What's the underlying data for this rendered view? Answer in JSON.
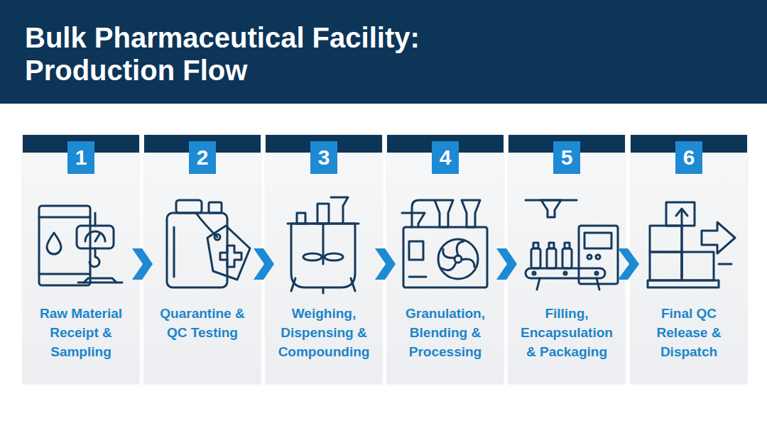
{
  "diagram": {
    "title": "Bulk Pharmaceutical Facility: Production Flow",
    "nodes": [
      {
        "text": [
          "1",
          "Raw Material Receipt & Sampling"
        ]
      },
      {
        "text": [
          "2",
          "Quarantine & QC Testing"
        ]
      },
      {
        "text": [
          "3",
          "Weighing, Dispensing & Compounding"
        ]
      },
      {
        "text": [
          "4",
          "Granulation, Blending & Processing"
        ]
      },
      {
        "text": [
          "5",
          "Filling, Encapsulation & Packaging"
        ]
      },
      {
        "text": [
          "6",
          "Final QC Release & Dispatch"
        ]
      }
    ],
    "edges": [
      {
        "from": 0,
        "to": 1,
        "arrow": "to"
      },
      {
        "from": 1,
        "to": 2,
        "arrow": "to"
      },
      {
        "from": 2,
        "to": 3,
        "arrow": "to"
      },
      {
        "from": 3,
        "to": 4,
        "arrow": "to"
      },
      {
        "from": 4,
        "to": 5,
        "arrow": "to"
      }
    ]
  }
}
